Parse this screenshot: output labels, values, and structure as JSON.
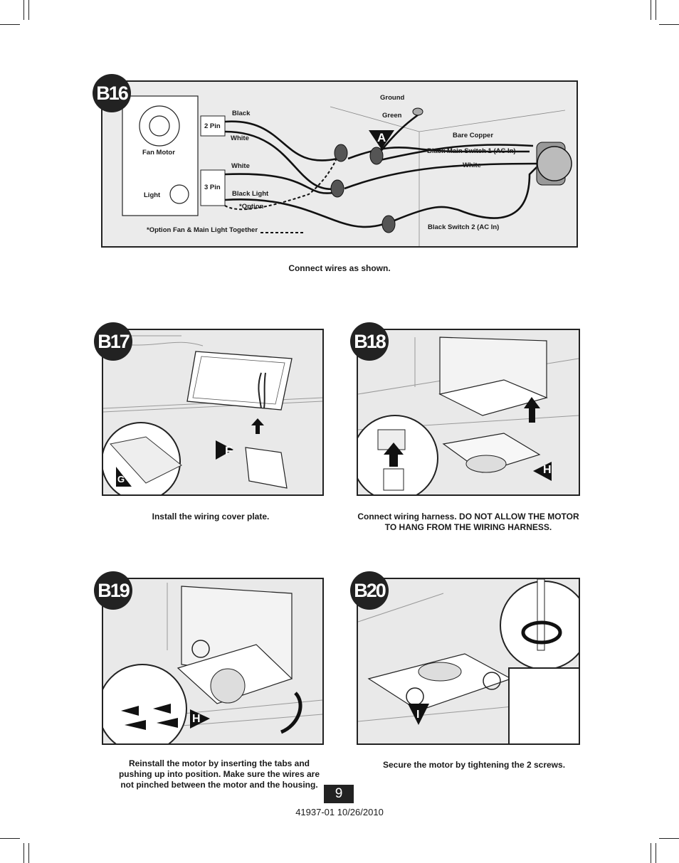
{
  "steps": {
    "b16": {
      "badge": "B16",
      "caption": "Connect wires as shown.",
      "labels": {
        "fan_motor": "Fan Motor",
        "light": "Light",
        "two_pin": "2 Pin",
        "three_pin": "3 Pin",
        "black_top": "Black",
        "white_top": "White",
        "white_mid": "White",
        "black_light": "Black   Light",
        "option": "*Option",
        "option_note": "*Option Fan & Main Light Together",
        "ground": "Ground",
        "green": "Green",
        "bare_copper": "Bare Copper",
        "black_switch1": "Black    Main Switch 1 (AC In)",
        "white_right": "White",
        "black_switch2": "Black    Switch 2 (AC In)",
        "marker_a": "A"
      }
    },
    "b17": {
      "badge": "B17",
      "caption": "Install the wiring cover plate.",
      "marker_f": "F",
      "marker_g": "G"
    },
    "b18": {
      "badge": "B18",
      "caption": "Connect wiring harness. DO NOT ALLOW THE MOTOR TO HANG FROM THE WIRING HARNESS.",
      "marker_h": "H"
    },
    "b19": {
      "badge": "B19",
      "caption": "Reinstall the motor by inserting the tabs and pushing up into position. Make sure the wires are not pinched between the motor and the housing.",
      "marker_h": "H"
    },
    "b20": {
      "badge": "B20",
      "caption": "Secure the motor by tightening the 2 screws.",
      "marker_i": "I"
    }
  },
  "footer": {
    "page_number": "9",
    "doc_code": "41937-01  10/26/2010"
  }
}
